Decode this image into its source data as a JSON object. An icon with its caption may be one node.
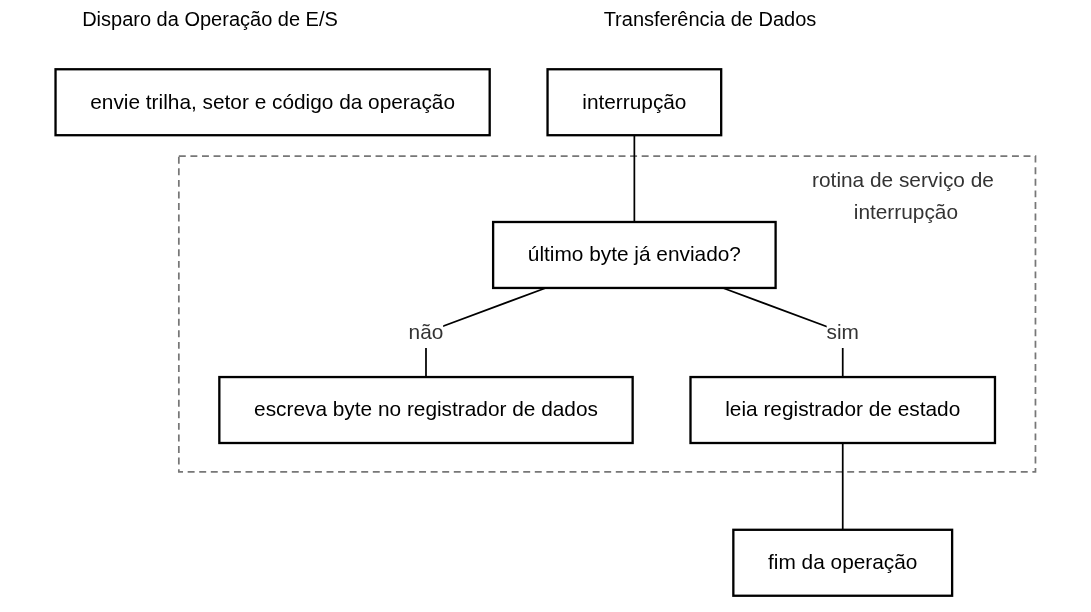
{
  "diagram": {
    "nodes": [
      {
        "text": [
          "envie trilha, setor e código da operação"
        ]
      },
      {
        "text": [
          "interrupção"
        ]
      },
      {
        "text": [
          "rotina de serviço de interrupção"
        ]
      },
      {
        "text": [
          "último byte já enviado?"
        ],
        "in": 2
      },
      {
        "text": [
          "escreva byte no registrador de dados"
        ],
        "in": 2
      },
      {
        "text": [
          "leia registrador de estado"
        ],
        "in": 2
      },
      {
        "text": [
          "fim da operação"
        ]
      }
    ],
    "edges": [
      {
        "from": 1,
        "to": 3,
        "arrow": "none"
      },
      {
        "from": 3,
        "to": 5,
        "arrow": "none",
        "label": "sim"
      },
      {
        "from": 3,
        "to": 4,
        "arrow": "none",
        "label": "não"
      },
      {
        "from": 5,
        "to": 6,
        "arrow": "none"
      }
    ],
    "labels": [
      "Disparo da Operação de E/S",
      "Transferência de Dados"
    ]
  }
}
